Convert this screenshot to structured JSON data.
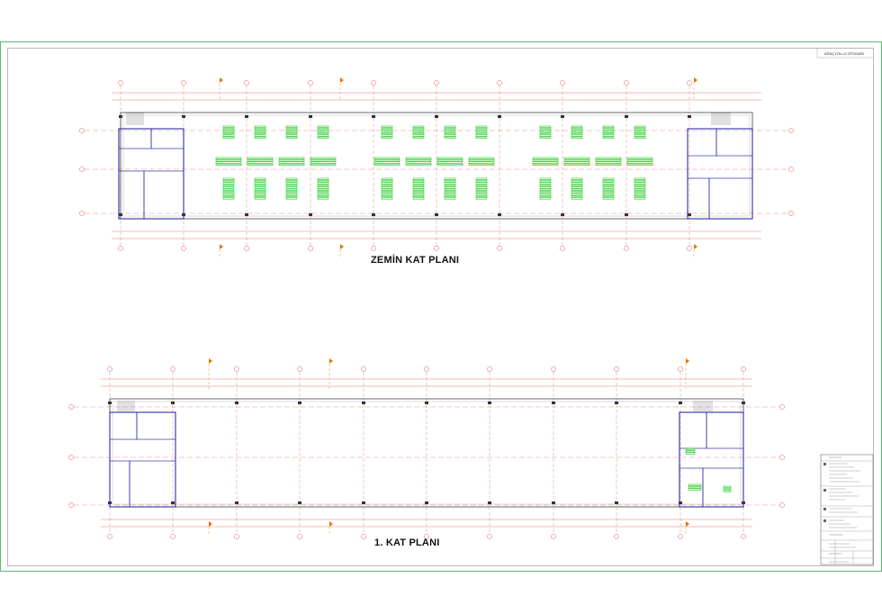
{
  "project": {
    "name": "AĞAÇYOLLU OTOGARI"
  },
  "plans": [
    {
      "title": "ZEMİN KAT PLANI"
    },
    {
      "title": "1. KAT PLANI"
    }
  ],
  "colors": {
    "grid": "#e05a5a",
    "wall": "#2f2fa8",
    "seating": "#22cc22",
    "section_marker": "#e07800",
    "sheet_border": "#33aa55",
    "text": "#111111"
  },
  "title_block": {
    "icon": "stamp-icon"
  }
}
